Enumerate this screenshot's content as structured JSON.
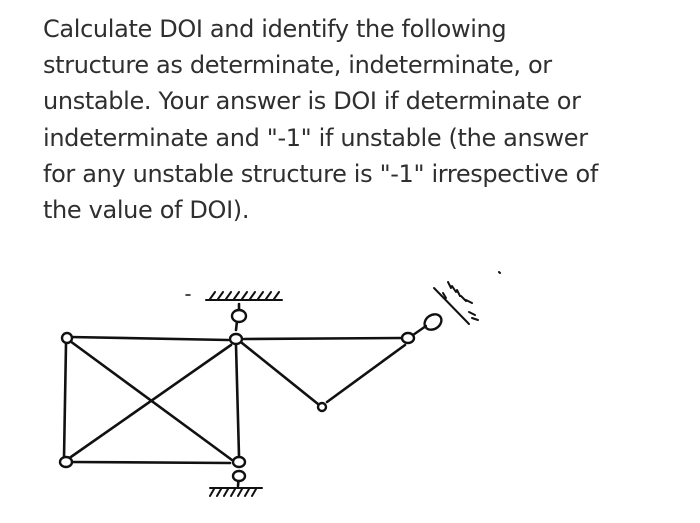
{
  "question": {
    "lines": [
      "Calculate DOI and identify the following",
      "structure as determinate, indeterminate, or",
      "unstable. Your answer is DOI if determinate or",
      "indeterminate and \"-1\" if unstable (the answer",
      "for any unstable structure is \"-1\" irrespective of",
      "the value of DOI)."
    ]
  }
}
